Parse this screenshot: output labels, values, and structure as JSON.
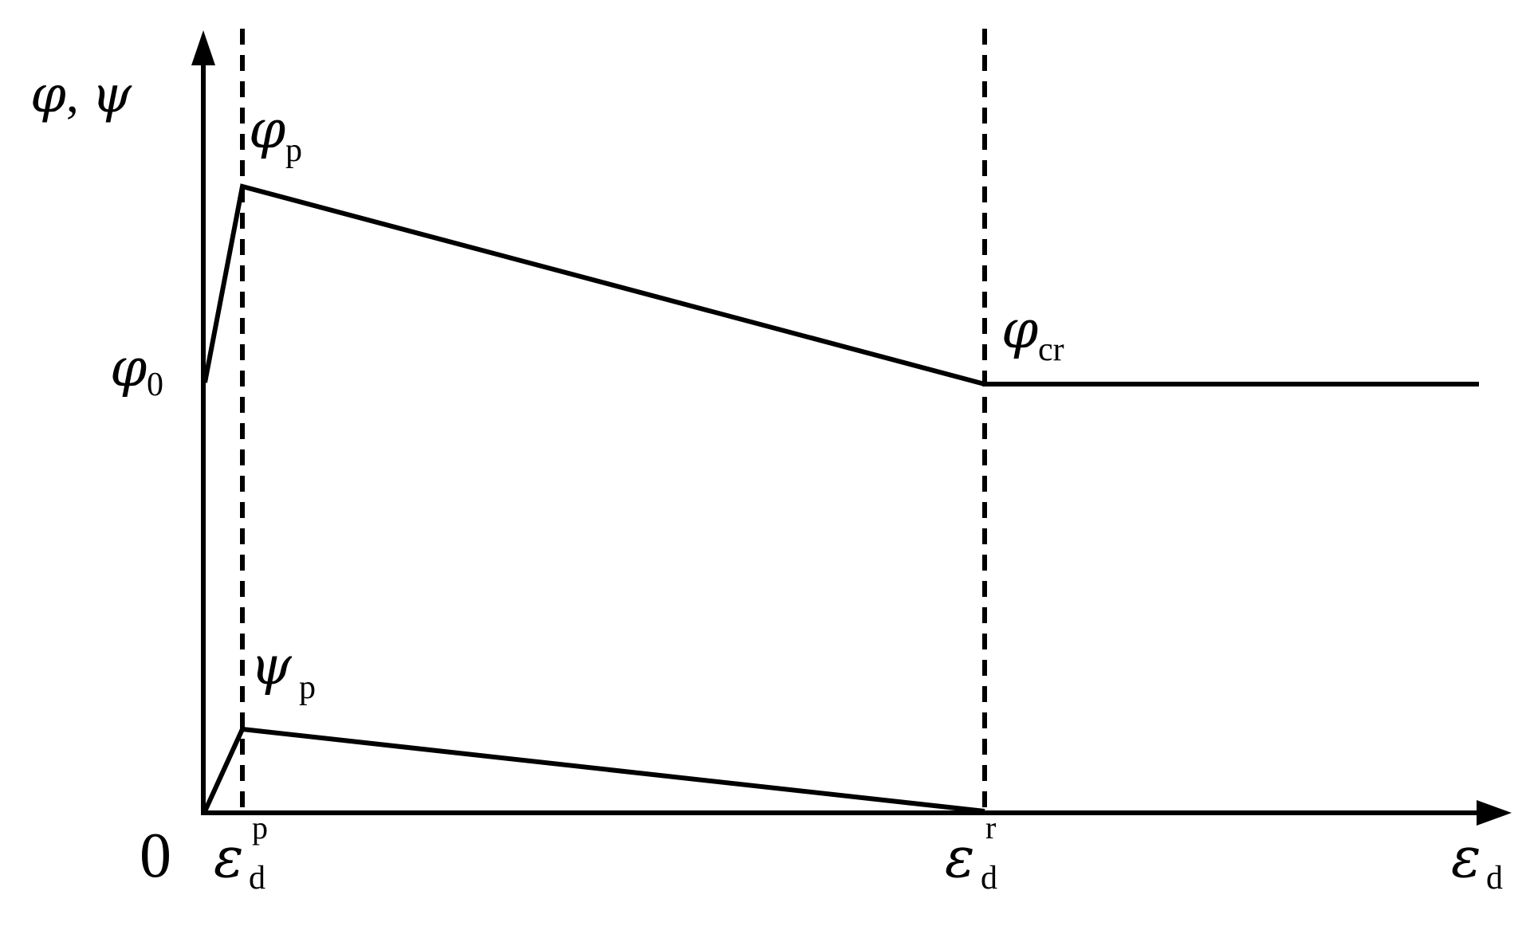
{
  "diagram": {
    "ink": "#000000",
    "background": "#ffffff",
    "y_axis_label": {
      "a": "φ",
      "sep": ", ",
      "b": "ψ"
    },
    "origin": "0",
    "labels": {
      "phi_p": {
        "base": "φ",
        "sub": "p"
      },
      "phi_0": {
        "base": "φ",
        "sub": "0"
      },
      "phi_cr": {
        "base": "φ",
        "sub": "cr"
      },
      "psi_p": {
        "base": "ψ",
        "sub": "p"
      },
      "eps_p": {
        "base": "ε",
        "sub": "d",
        "sup": "p"
      },
      "eps_r": {
        "base": "ε",
        "sub": "d",
        "sup": "r"
      },
      "eps_x": {
        "base": "ε",
        "sub": "d"
      }
    },
    "phi_curve": [
      "φ0 at ε = 0",
      "rise to φp at εd^p",
      "linear softening to φcr at εd^r",
      "constant φcr beyond εd^r"
    ],
    "psi_curve": [
      "0 at ε = 0",
      "rise to ψp at εd^p",
      "linear decrease to 0 at εd^r",
      "0 beyond εd^r"
    ]
  }
}
